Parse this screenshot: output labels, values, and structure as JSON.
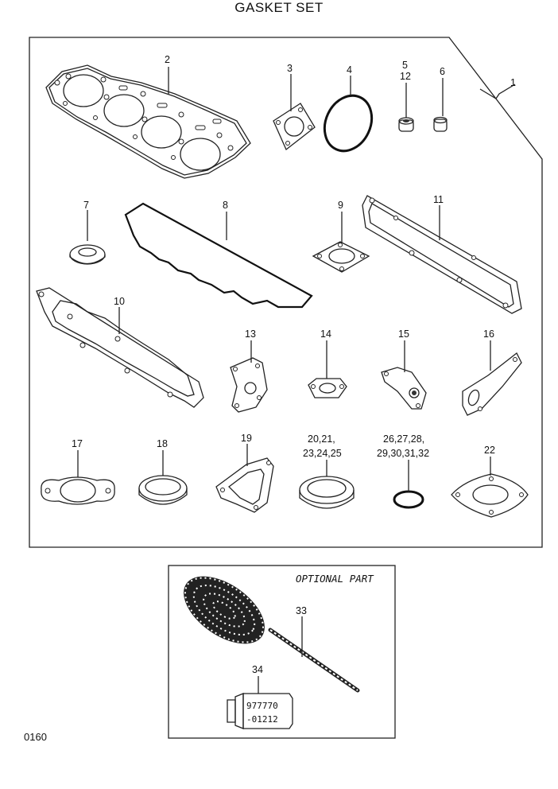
{
  "title": "GASKET SET",
  "page_code": "0160",
  "optional_label": "OPTIONAL PART",
  "labels": {
    "l1": "1",
    "l2": "2",
    "l3": "3",
    "l4": "4",
    "l5": "5",
    "l12": "12",
    "l6": "6",
    "l7": "7",
    "l8": "8",
    "l9": "9",
    "l11": "11",
    "l10": "10",
    "l13": "13",
    "l14": "14",
    "l15": "15",
    "l16": "16",
    "l17": "17",
    "l18": "18",
    "l19": "19",
    "l20a": "20,21,",
    "l20b": "23,24,25",
    "l26a": "26,27,28,",
    "l26b": "29,30,31,32",
    "l22": "22",
    "l33": "33",
    "l34": "34"
  },
  "tube_text": {
    "line1": "977770",
    "line2": "-01212"
  }
}
